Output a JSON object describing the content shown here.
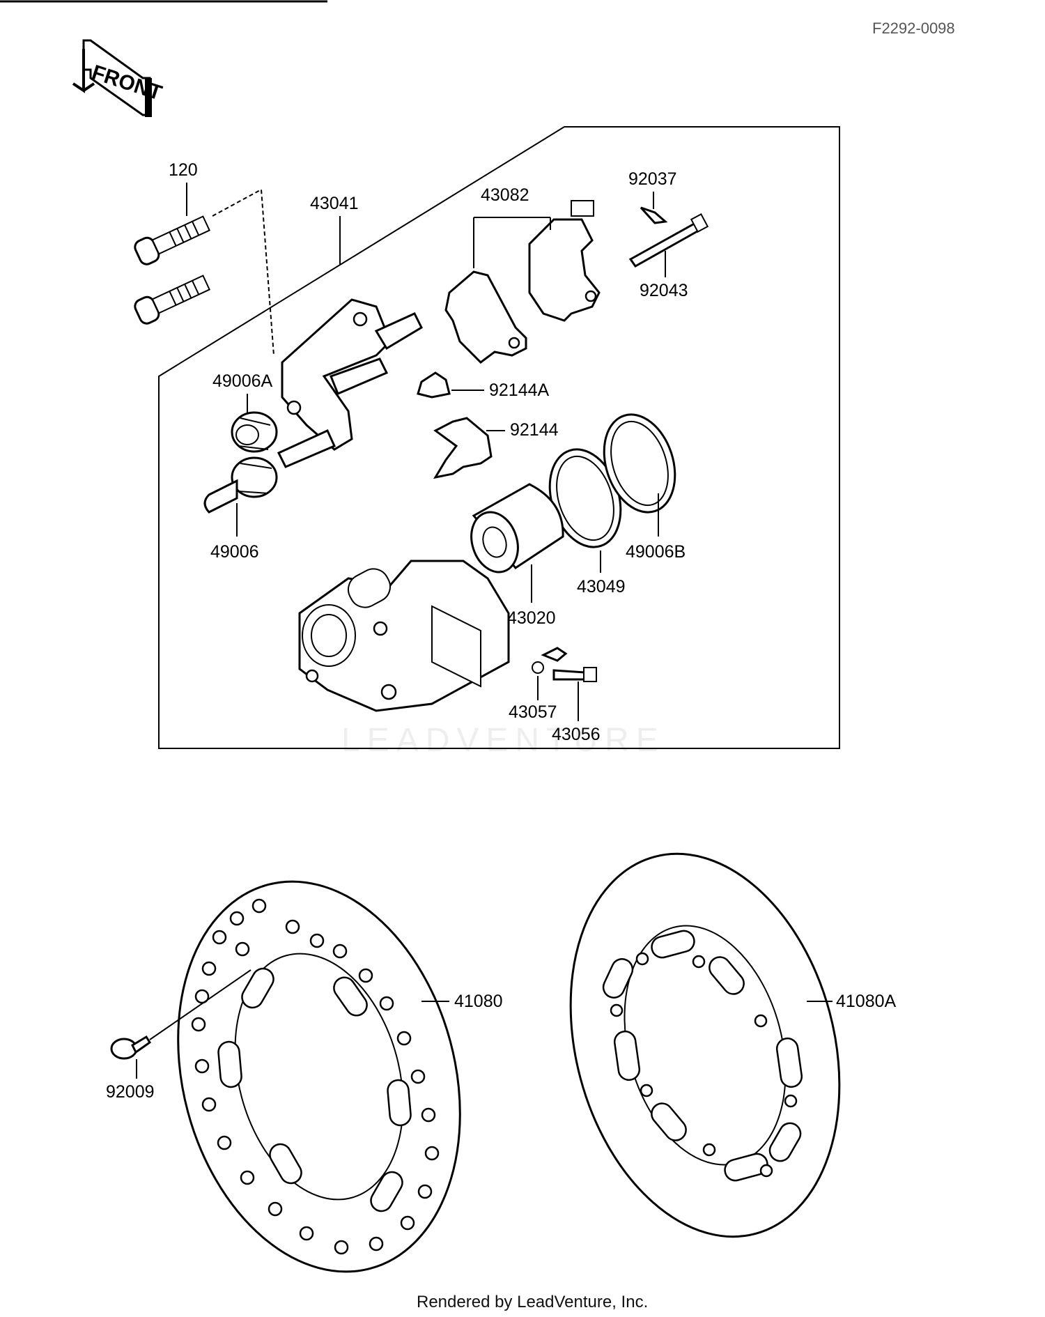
{
  "document": {
    "code": "F2292-0098",
    "front_label": "FRONT",
    "footer": "Rendered by LeadVenture, Inc.",
    "watermark": "LEADVENTURE"
  },
  "callouts": {
    "p120": "120",
    "p43041": "43041",
    "p43082": "43082",
    "p92037": "92037",
    "p92043": "92043",
    "p49006A": "49006A",
    "p92144A": "92144A",
    "p92144": "92144",
    "p49006": "49006",
    "p49006B": "49006B",
    "p43049": "43049",
    "p43020": "43020",
    "p43057": "43057",
    "p43056": "43056",
    "p41080": "41080",
    "p41080A": "41080A",
    "p92009": "92009"
  }
}
